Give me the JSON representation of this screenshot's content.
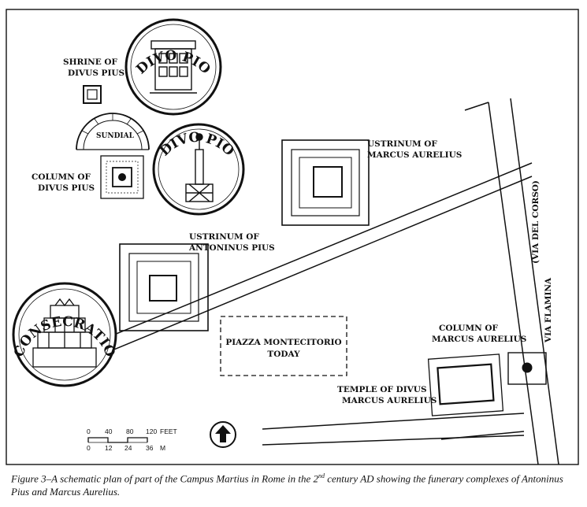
{
  "labels": {
    "shrine_line1": "SHRINE OF",
    "shrine_line2": "DIVUS PIUS",
    "sundial": "SUNDIAL",
    "column_pius_line1": "COLUMN OF",
    "column_pius_line2": "DIVUS PIUS",
    "ustrinum_marcus_line1": "USTRINUM OF",
    "ustrinum_marcus_line2": "MARCUS AURELIUS",
    "ustrinum_antoninus_line1": "USTRINUM OF",
    "ustrinum_antoninus_line2": "ANTONINUS PIUS",
    "piazza_line1": "PIAZZA MONTECITORIO",
    "piazza_line2": "TODAY",
    "column_marcus_line1": "COLUMN OF",
    "column_marcus_line2": "MARCUS AURELIUS",
    "temple_line1": "TEMPLE OF DIVUS",
    "temple_line2": "MARCUS AURELIUS",
    "via_flamina": "VIA FLAMINA",
    "via_del_corso": "(VIA DEL CORSO)"
  },
  "coins": {
    "coin1_legend": "DIVO PIO",
    "coin2_legend": "DIVO PIO",
    "coin3_legend": "CONSECRATIO"
  },
  "scale": {
    "feet_ticks": [
      "0",
      "40",
      "80",
      "120"
    ],
    "feet_unit": "FEET",
    "meter_ticks": [
      "0",
      "12",
      "24",
      "36"
    ],
    "meter_unit": "M"
  },
  "caption": {
    "prefix": "Figure 3–A schematic plan of part of the Campus Martius in Rome in the 2",
    "superscript": "nd",
    "suffix": " century AD showing the funerary complexes of Antoninus Pius and Marcus Aurelius."
  },
  "icons": {
    "north_arrow": "north-arrow-icon"
  }
}
